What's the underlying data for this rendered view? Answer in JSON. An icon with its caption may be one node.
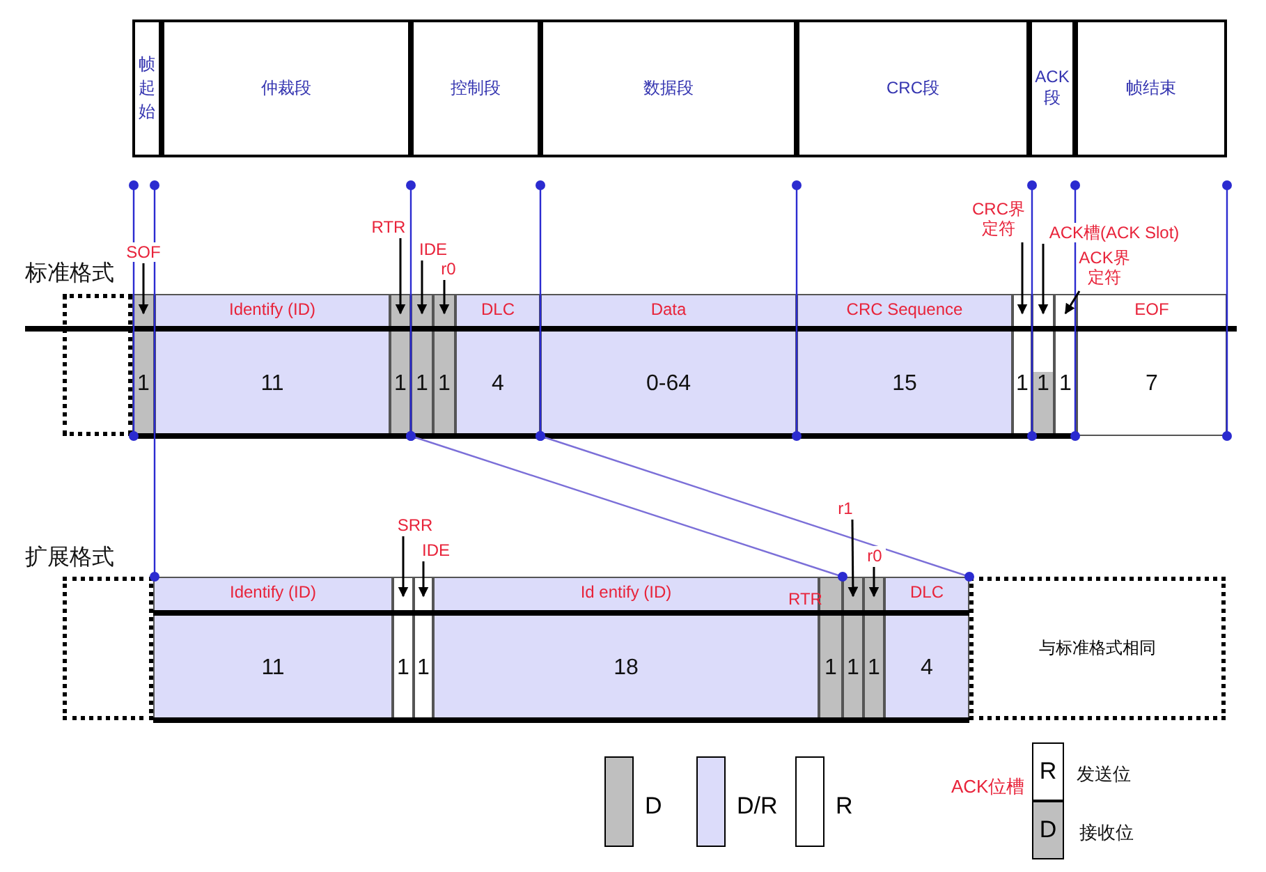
{
  "diagram": {
    "nodes": [
      {
        "text": [
          "帧起始"
        ]
      },
      {
        "text": [
          "仲裁段"
        ]
      },
      {
        "text": [
          "控制段"
        ]
      },
      {
        "text": [
          "数据段"
        ]
      },
      {
        "text": [
          "CRC段"
        ]
      },
      {
        "text": [
          "ACK段"
        ]
      },
      {
        "text": [
          "帧结束"
        ]
      },
      {
        "text": [],
        "shape": "box"
      },
      {
        "text": [
          "1"
        ]
      },
      {
        "text": [
          "Identify (ID)",
          "11"
        ]
      },
      {
        "text": [
          "1"
        ]
      },
      {
        "text": [
          "1"
        ]
      },
      {
        "text": [
          "1"
        ]
      },
      {
        "text": [
          "DLC",
          "4"
        ]
      },
      {
        "text": [
          "Data",
          "0-64"
        ]
      },
      {
        "text": [
          "CRC Sequence",
          "15"
        ]
      },
      {
        "text": [
          "1"
        ]
      },
      {
        "text": [
          "1"
        ]
      },
      {
        "text": [
          "1"
        ]
      },
      {
        "text": [
          "EOF",
          "7"
        ]
      },
      {
        "text": [],
        "shape": "box"
      },
      {
        "text": [
          "Identify (ID)",
          "11"
        ]
      },
      {
        "text": [
          "1"
        ]
      },
      {
        "text": [
          "1"
        ]
      },
      {
        "text": [
          "Id entify (ID)",
          "18"
        ]
      },
      {
        "text": [
          "1"
        ]
      },
      {
        "text": [
          "1"
        ]
      },
      {
        "text": [
          "1"
        ]
      },
      {
        "text": [
          "DLC",
          "4"
        ]
      },
      {
        "text": [
          "与标准格式相同"
        ]
      },
      {
        "text": [
          "SOF"
        ]
      },
      {
        "text": [
          "RTR"
        ]
      },
      {
        "text": [
          "IDE"
        ]
      },
      {
        "text": [
          "r0"
        ]
      },
      {
        "text": [
          "CRC界定符"
        ]
      },
      {
        "text": [
          "ACK槽(ACK Slot)"
        ]
      },
      {
        "text": [
          "ACK界定符"
        ]
      },
      {
        "text": [
          "SRR"
        ]
      },
      {
        "text": [
          "IDE"
        ]
      },
      {
        "text": [
          "r1"
        ]
      },
      {
        "text": [
          "r0"
        ]
      }
    ],
    "edges": [
      {
        "from": 30,
        "to": 8,
        "arrow": "to"
      },
      {
        "from": 31,
        "to": 10,
        "arrow": "to"
      },
      {
        "from": 32,
        "to": 11,
        "arrow": "to"
      },
      {
        "from": 33,
        "to": 12,
        "arrow": "to"
      },
      {
        "from": 34,
        "to": 16,
        "arrow": "to"
      },
      {
        "from": 35,
        "to": 17,
        "arrow": "to"
      },
      {
        "from": 36,
        "to": 18,
        "arrow": "to"
      },
      {
        "from": 37,
        "to": 22,
        "arrow": "to"
      },
      {
        "from": 38,
        "to": 23,
        "arrow": "to"
      },
      {
        "from": 39,
        "to": 26,
        "arrow": "to"
      },
      {
        "from": 40,
        "to": 27,
        "arrow": "to"
      }
    ],
    "labels": [
      "标准格式",
      "扩展格式",
      "RTR",
      "ACK位槽",
      "R",
      "发送位",
      "D",
      "接收位"
    ],
    "legend": [
      {
        "text": "D",
        "color": "#bfbfbf"
      },
      {
        "text": "D/R",
        "color": "#dcdcfa"
      },
      {
        "text": "R",
        "color": "#ffffff"
      }
    ]
  }
}
